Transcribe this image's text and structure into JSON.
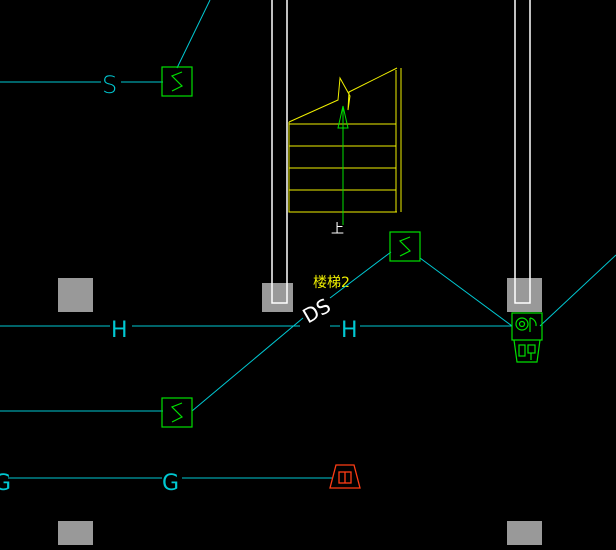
{
  "colors": {
    "background": "#000000",
    "wire": "#00c8d2",
    "device": "#00e000",
    "stair": "#f0f000",
    "walls": "#ffffff",
    "column": "#999999",
    "alarm": "#ff3c14"
  },
  "labels": {
    "wire_s": "S",
    "wire_h_left": "H",
    "wire_h_right": "H",
    "wire_g_left": "G",
    "wire_g_mid": "G",
    "stair_up": "上",
    "stair_name": "楼梯2",
    "ds_mark": "DS"
  },
  "icons": {
    "smoke_detector": "s-box-icon",
    "alarm_bell": "alarm-bell-icon",
    "fire_panel": "module-icon"
  }
}
